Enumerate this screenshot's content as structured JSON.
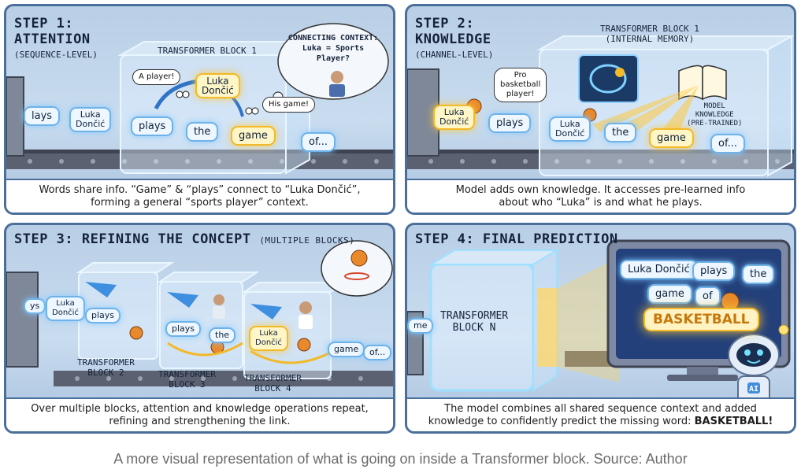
{
  "panels": [
    {
      "title_line1": "STEP 1:",
      "title_line2": "ATTENTION",
      "subtitle": "(SEQUENCE-LEVEL)",
      "block_label": "TRANSFORMER BLOCK 1",
      "thought": "CONNECTING CONTEXT:\nLuka = Sports Player?",
      "bubbles": [
        "A player!",
        "His game!"
      ],
      "tokens": [
        "lays",
        "Luka\nDončić",
        "plays",
        "the",
        "game",
        "of...",
        "Luka\nDončić"
      ],
      "caption_line1": "Words share info. “Game” & “plays” connect to “Luka Dončić”,",
      "caption_line2": "forming a general “sports player” context."
    },
    {
      "title_line1": "STEP 2:",
      "title_line2": "KNOWLEDGE",
      "subtitle": "(CHANNEL-LEVEL)",
      "block_label": "TRANSFORMER BLOCK 1\n(INTERNAL MEMORY)",
      "bubbles": [
        "Pro\nbasketball\nplayer!"
      ],
      "book_label": "MODEL\nKNOWLEDGE\n(PRE-TRAINED)",
      "tokens": [
        "Luka\nDončić",
        "plays",
        "Luka\nDončić",
        "the",
        "game",
        "of..."
      ],
      "caption_line1": "Model adds own knowledge. It accesses pre-learned info",
      "caption_line2": "about who “Luka” is and what he plays."
    },
    {
      "title": "STEP 3: REFINING THE CONCEPT",
      "title_suffix": "(MULTIPLE BLOCKS)",
      "block_labels": [
        "TRANSFORMER\nBLOCK 2",
        "TRANSFORMER\nBLOCK 3",
        "TRANSFORMER\nBLOCK 4"
      ],
      "tokens": [
        "ys",
        "Luka\nDončić",
        "plays",
        "plays",
        "the",
        "Luka\nDončić",
        "game",
        "of..."
      ],
      "caption_line1": "Over multiple blocks, attention and knowledge operations repeat,",
      "caption_line2": "refining and strengthening the link."
    },
    {
      "title": "STEP 4: FINAL PREDICTION",
      "block_label": "TRANSFORMER\nBLOCK N",
      "tokens": [
        "me",
        "Luka Dončić",
        "plays",
        "the",
        "game",
        "of"
      ],
      "prediction": "BASKETBALL",
      "robot_badge": "AI",
      "caption_line1": "The model combines all shared sequence context and added",
      "caption_line2_prefix": "knowledge to confidently predict the missing word: ",
      "caption_line2_bold": "BASKETBALL!"
    }
  ],
  "footer": "A more visual representation of what is going on inside a Transformer block. Source: Author",
  "colors": {
    "panel_border": "#4a6f9a",
    "token_border": "#6fb2e8",
    "glow": "#f2b928",
    "ball": "#e9892b"
  }
}
